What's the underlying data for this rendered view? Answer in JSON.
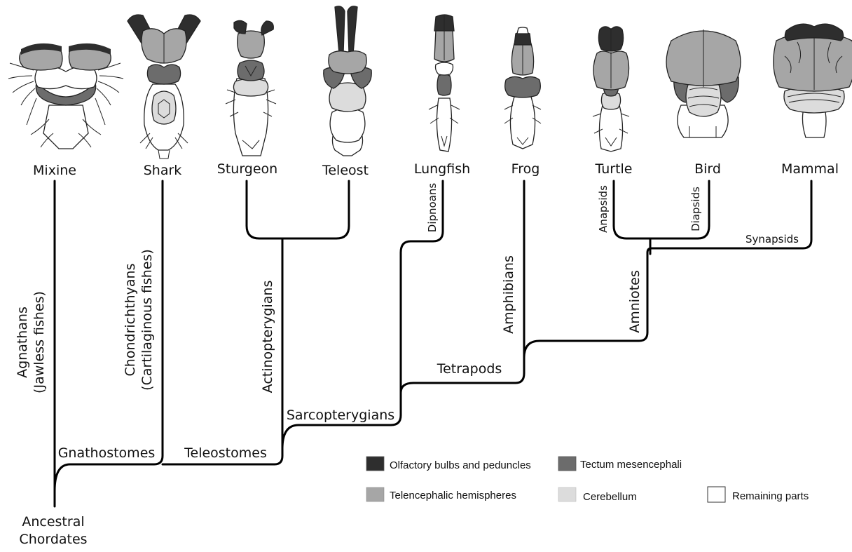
{
  "colors": {
    "olfactory": "#2e2e2e",
    "tectum": "#6c6c6c",
    "telencephalon": "#a6a6a6",
    "cerebellum": "#dcdcdc",
    "remaining": "#ffffff"
  },
  "taxa": {
    "mixine": "Mixine",
    "shark": "Shark",
    "sturgeon": "Sturgeon",
    "teleost": "Teleost",
    "lungfish": "Lungfish",
    "frog": "Frog",
    "turtle": "Turtle",
    "bird": "Bird",
    "mammal": "Mammal"
  },
  "root": {
    "line1": "Ancestral",
    "line2": "Chordates"
  },
  "clades": {
    "agnathans_1": "Agnathans",
    "agnathans_2": "(Jawless fishes)",
    "chondrichthyans_1": "Chondrichthyans",
    "chondrichthyans_2": "(Cartilaginous fishes)",
    "gnathostomes": "Gnathostomes",
    "teleostomes": "Teleostomes",
    "actinopterygians": "Actinopterygians",
    "sarcopterygians": "Sarcopterygians",
    "dipnoans": "Dipnoans",
    "tetrapods": "Tetrapods",
    "amphibians": "Amphibians",
    "amniotes": "Amniotes",
    "anapsids": "Anapsids",
    "diapsids": "Diapsids",
    "synapsids": "Synapsids"
  },
  "legend": {
    "olfactory": "Olfactory bulbs and peduncles",
    "tectum": "Tectum mesencephali",
    "telencephalon": "Telencephalic hemispheres",
    "cerebellum": "Cerebellum",
    "remaining": "Remaining parts"
  }
}
